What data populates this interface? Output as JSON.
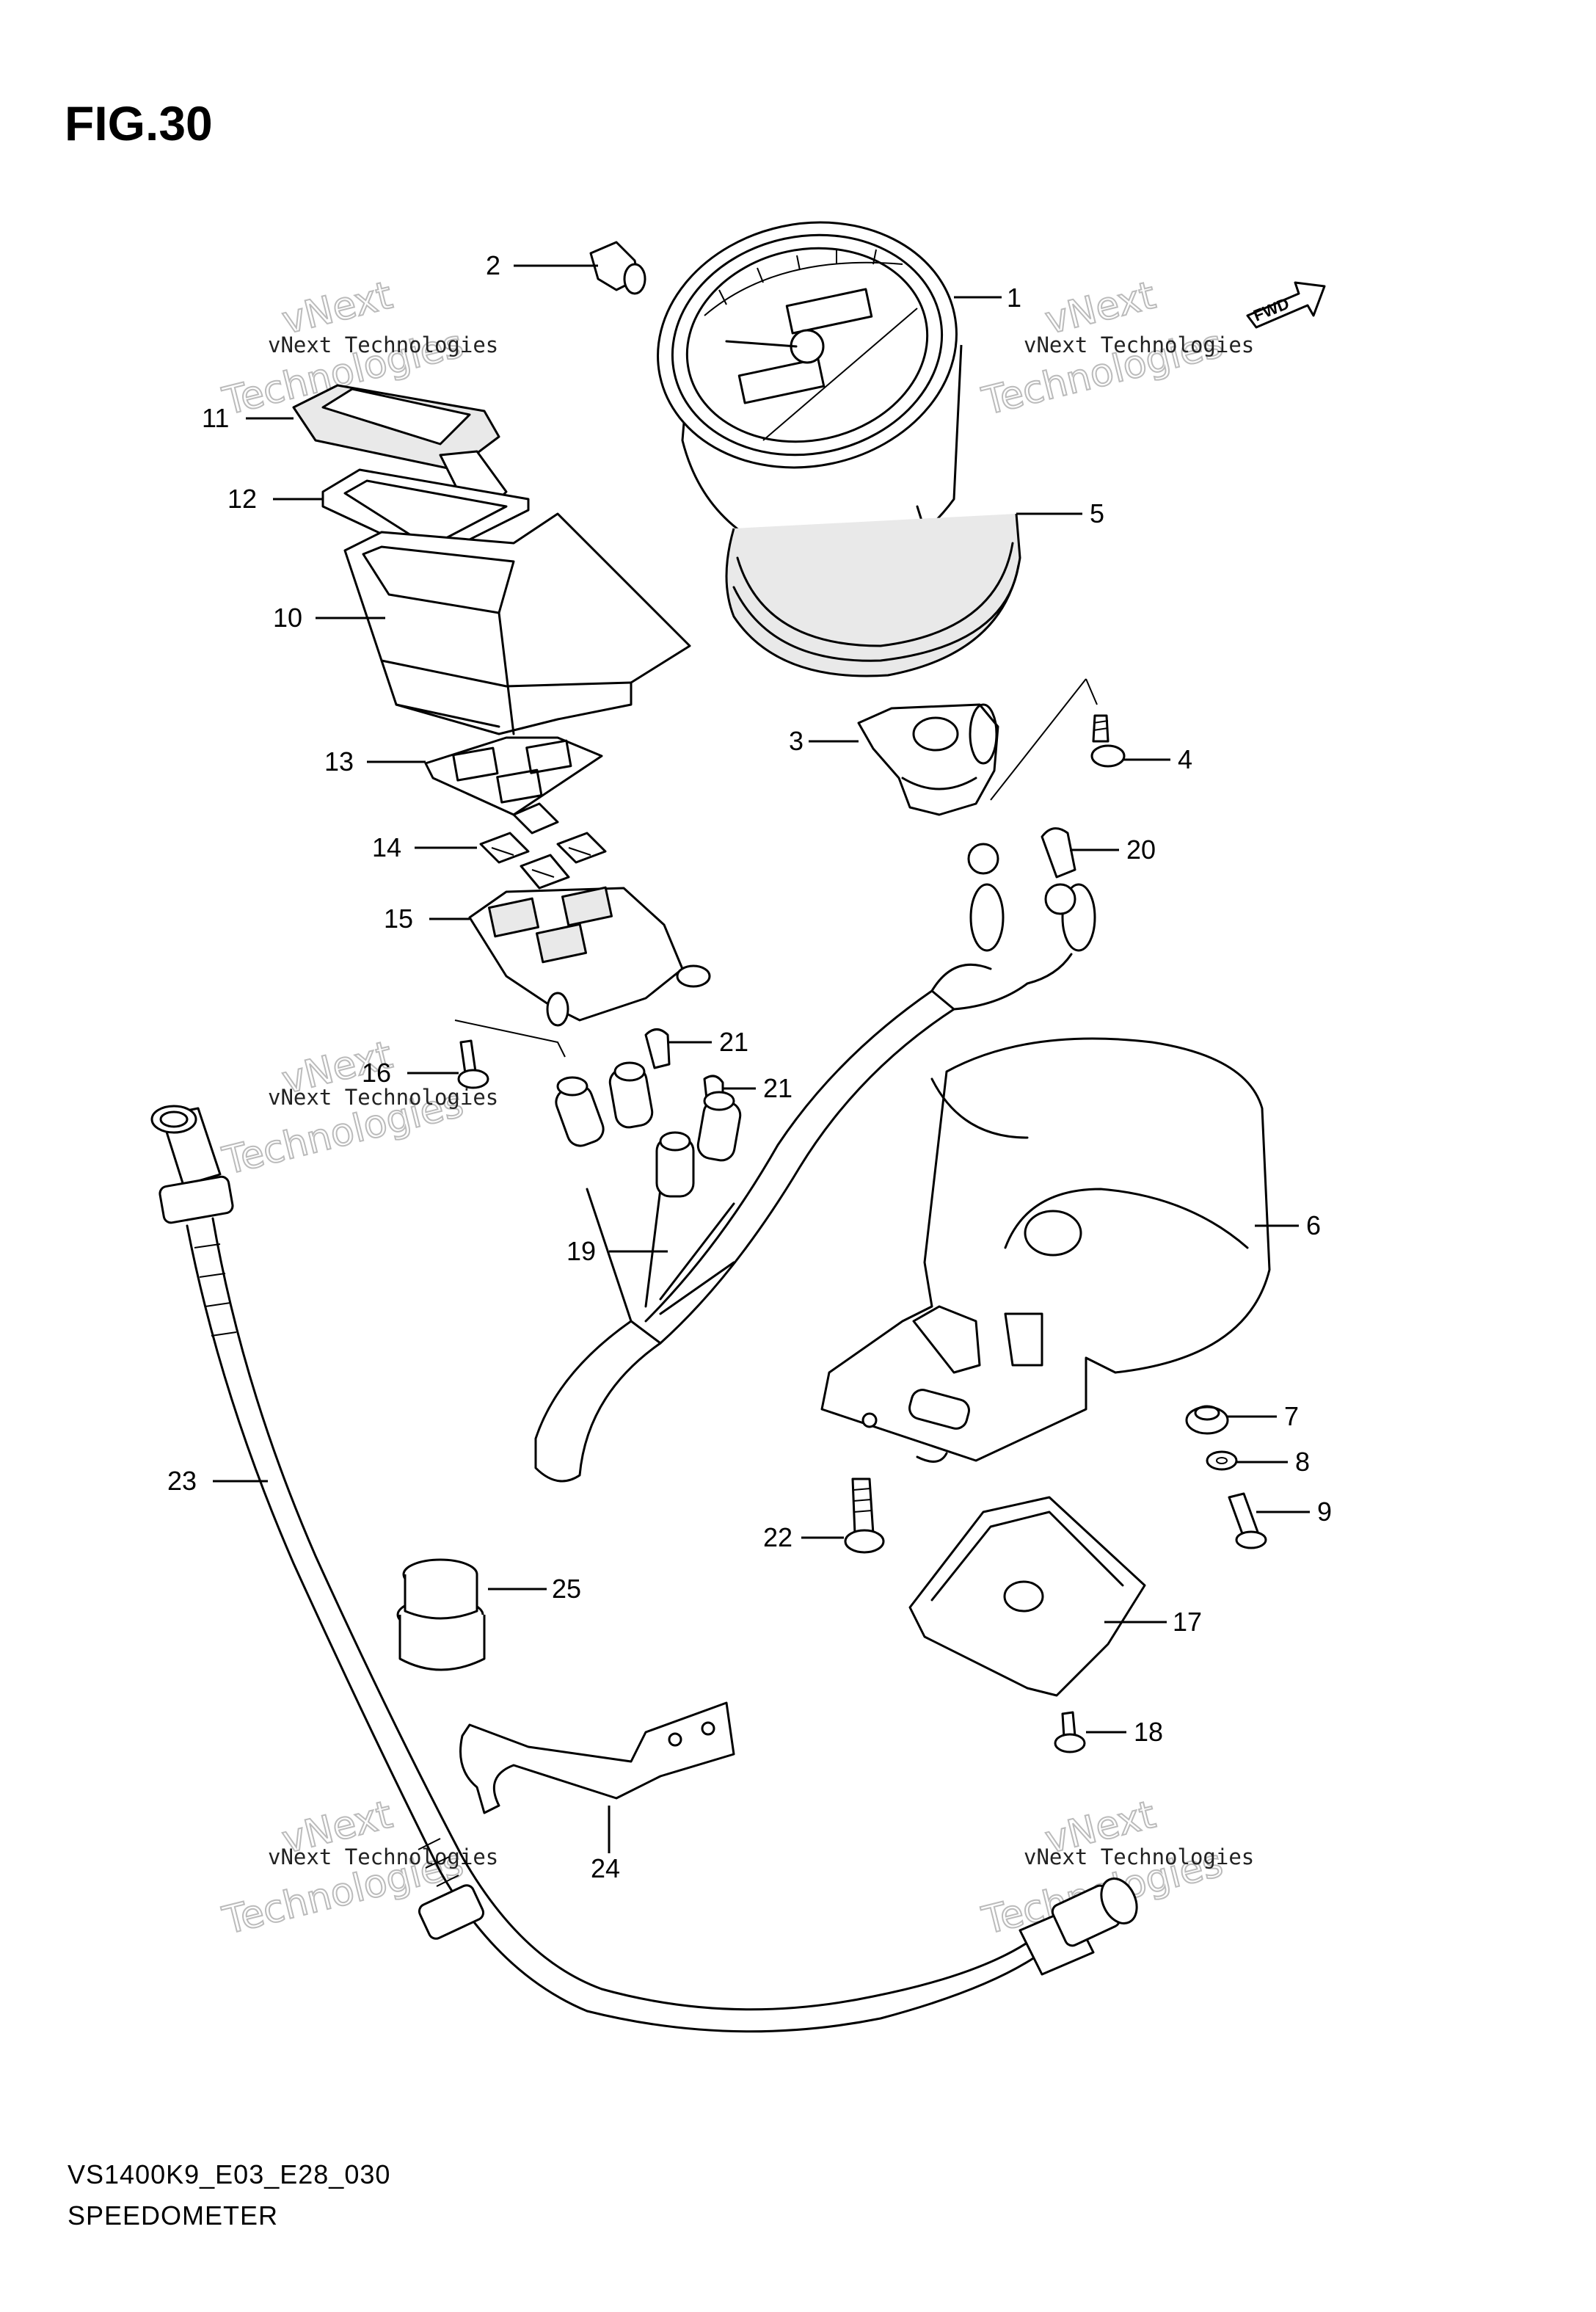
{
  "figure": {
    "title": "FIG.30",
    "model_code": "VS1400K9_E03_E28_030",
    "section_name": "SPEEDOMETER",
    "fwd_label": "FWD"
  },
  "watermark": {
    "line1": "vNext Technologies",
    "line2": "Technologies",
    "line3": "vNext"
  },
  "callouts": [
    "1",
    "2",
    "3",
    "4",
    "5",
    "6",
    "7",
    "8",
    "9",
    "10",
    "11",
    "12",
    "13",
    "14",
    "15",
    "16",
    "17",
    "18",
    "19",
    "20",
    "21",
    "21",
    "22",
    "23",
    "24",
    "25"
  ],
  "colors": {
    "ink": "#000000",
    "background": "#ffffff",
    "watermark": "#bbbbbb"
  }
}
